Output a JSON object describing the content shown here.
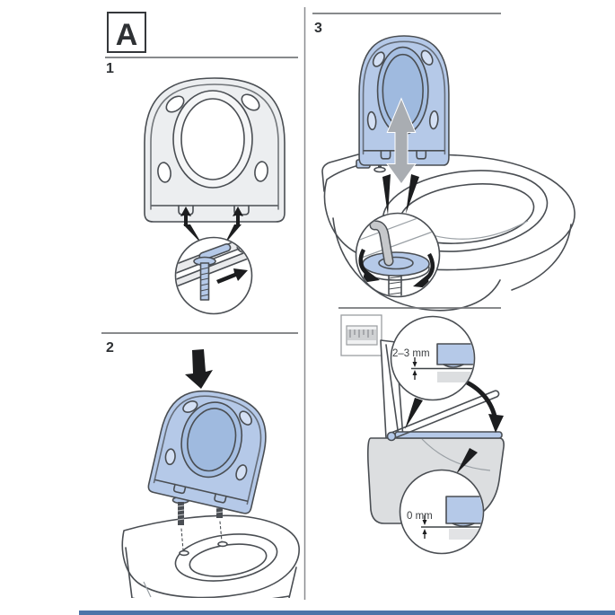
{
  "page": {
    "section_label": "A",
    "step_numbers": {
      "one": "1",
      "two": "2",
      "three": "3"
    },
    "measurements": {
      "gap_range": "2–3 mm",
      "gap_zero": "0 mm"
    }
  },
  "colors": {
    "seat_blue": "#b5c9e8",
    "seat_blue_dark": "#a6bfe3",
    "bumper_blue": "#d4e0f4",
    "line": "#4a4e53",
    "rule_gray": "#77797c",
    "arrow_gray": "#a9adb2",
    "light_gray": "#e9eaec",
    "ceramic_gray": "#dcdee0",
    "black": "#1c1d1f",
    "text": "#2e3134",
    "accent_bar": "#4d74a8",
    "slat_gray": "#d7dde6"
  }
}
